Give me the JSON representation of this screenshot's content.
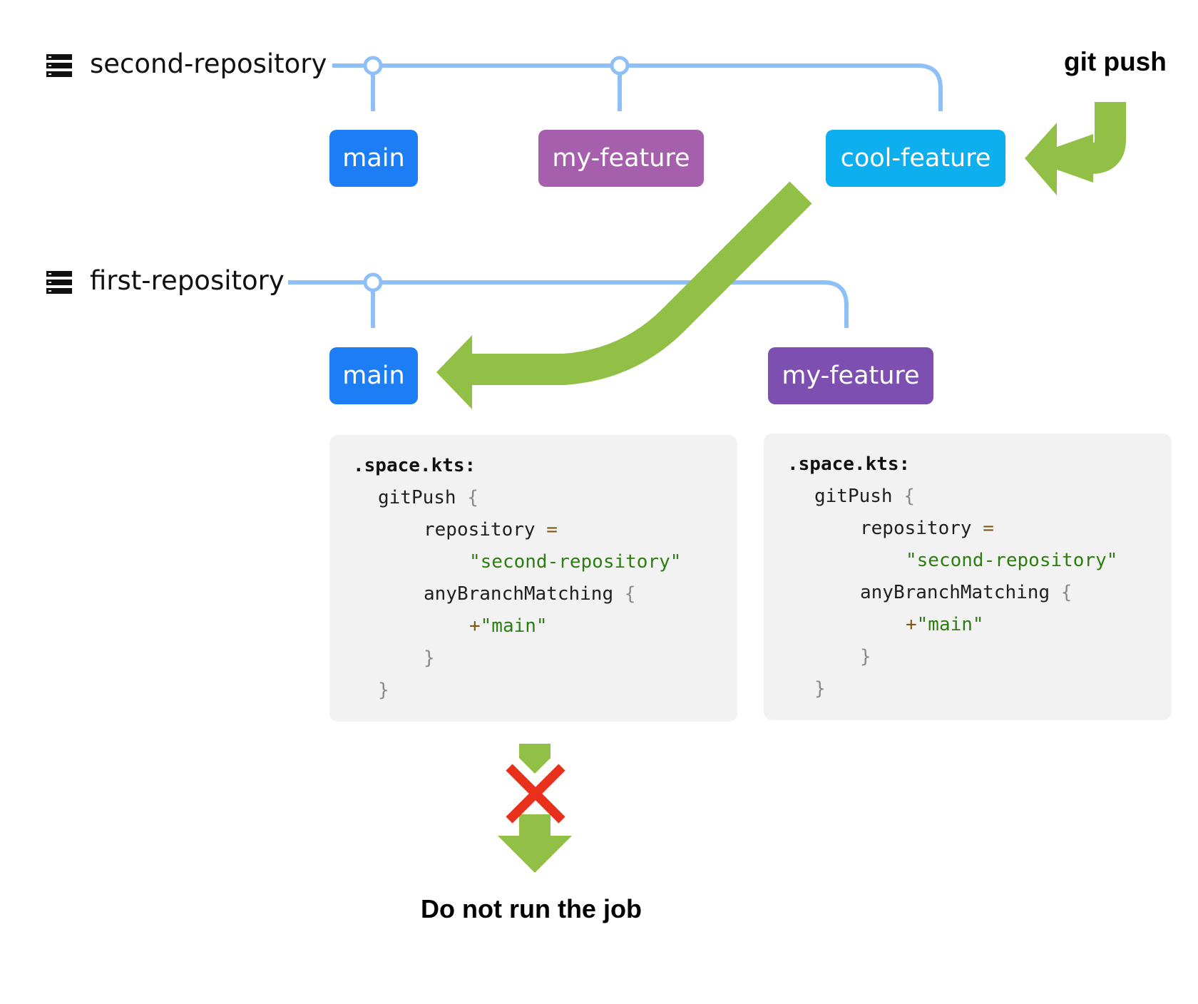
{
  "colors": {
    "rail": "#8ec0f7",
    "arrow": "#92c047",
    "cross": "#e8301c",
    "main_branch": "#1d7df5",
    "my_feature_top": "#a65fac",
    "my_feature_bottom": "#7c4fb0",
    "cool_feature": "#0eafee",
    "card_bg": "#f2f2f2"
  },
  "icons": [
    "server-icon",
    "arrow-icon",
    "cross-icon"
  ],
  "second_repo": {
    "name": "second-repository",
    "branches": [
      "main",
      "my-feature",
      "cool-feature"
    ]
  },
  "first_repo": {
    "name": "first-repository",
    "branches": [
      "main",
      "my-feature"
    ]
  },
  "git_push_label": "git push",
  "code_main": {
    "title": ".space.kts:",
    "l1_kw": "gitPush",
    "l1_brace": "{",
    "l2_kw": "repository",
    "l2_op": "=",
    "l3_str": "\"second-repository\"",
    "l4_kw": "anyBranchMatching",
    "l4_brace": "{",
    "l5_op": "+",
    "l5_str": "\"main\"",
    "l6_brace": "}",
    "l7_brace": "}"
  },
  "code_feature": {
    "title": ".space.kts:",
    "l1_kw": "gitPush",
    "l1_brace": "{",
    "l2_kw": "repository",
    "l2_op": "=",
    "l3_str": "\"second-repository\"",
    "l4_kw": "anyBranchMatching",
    "l4_brace": "{",
    "l5_op": "+",
    "l5_str": "\"main\"",
    "l6_brace": "}",
    "l7_brace": "}"
  },
  "result_label": "Do not run the job"
}
